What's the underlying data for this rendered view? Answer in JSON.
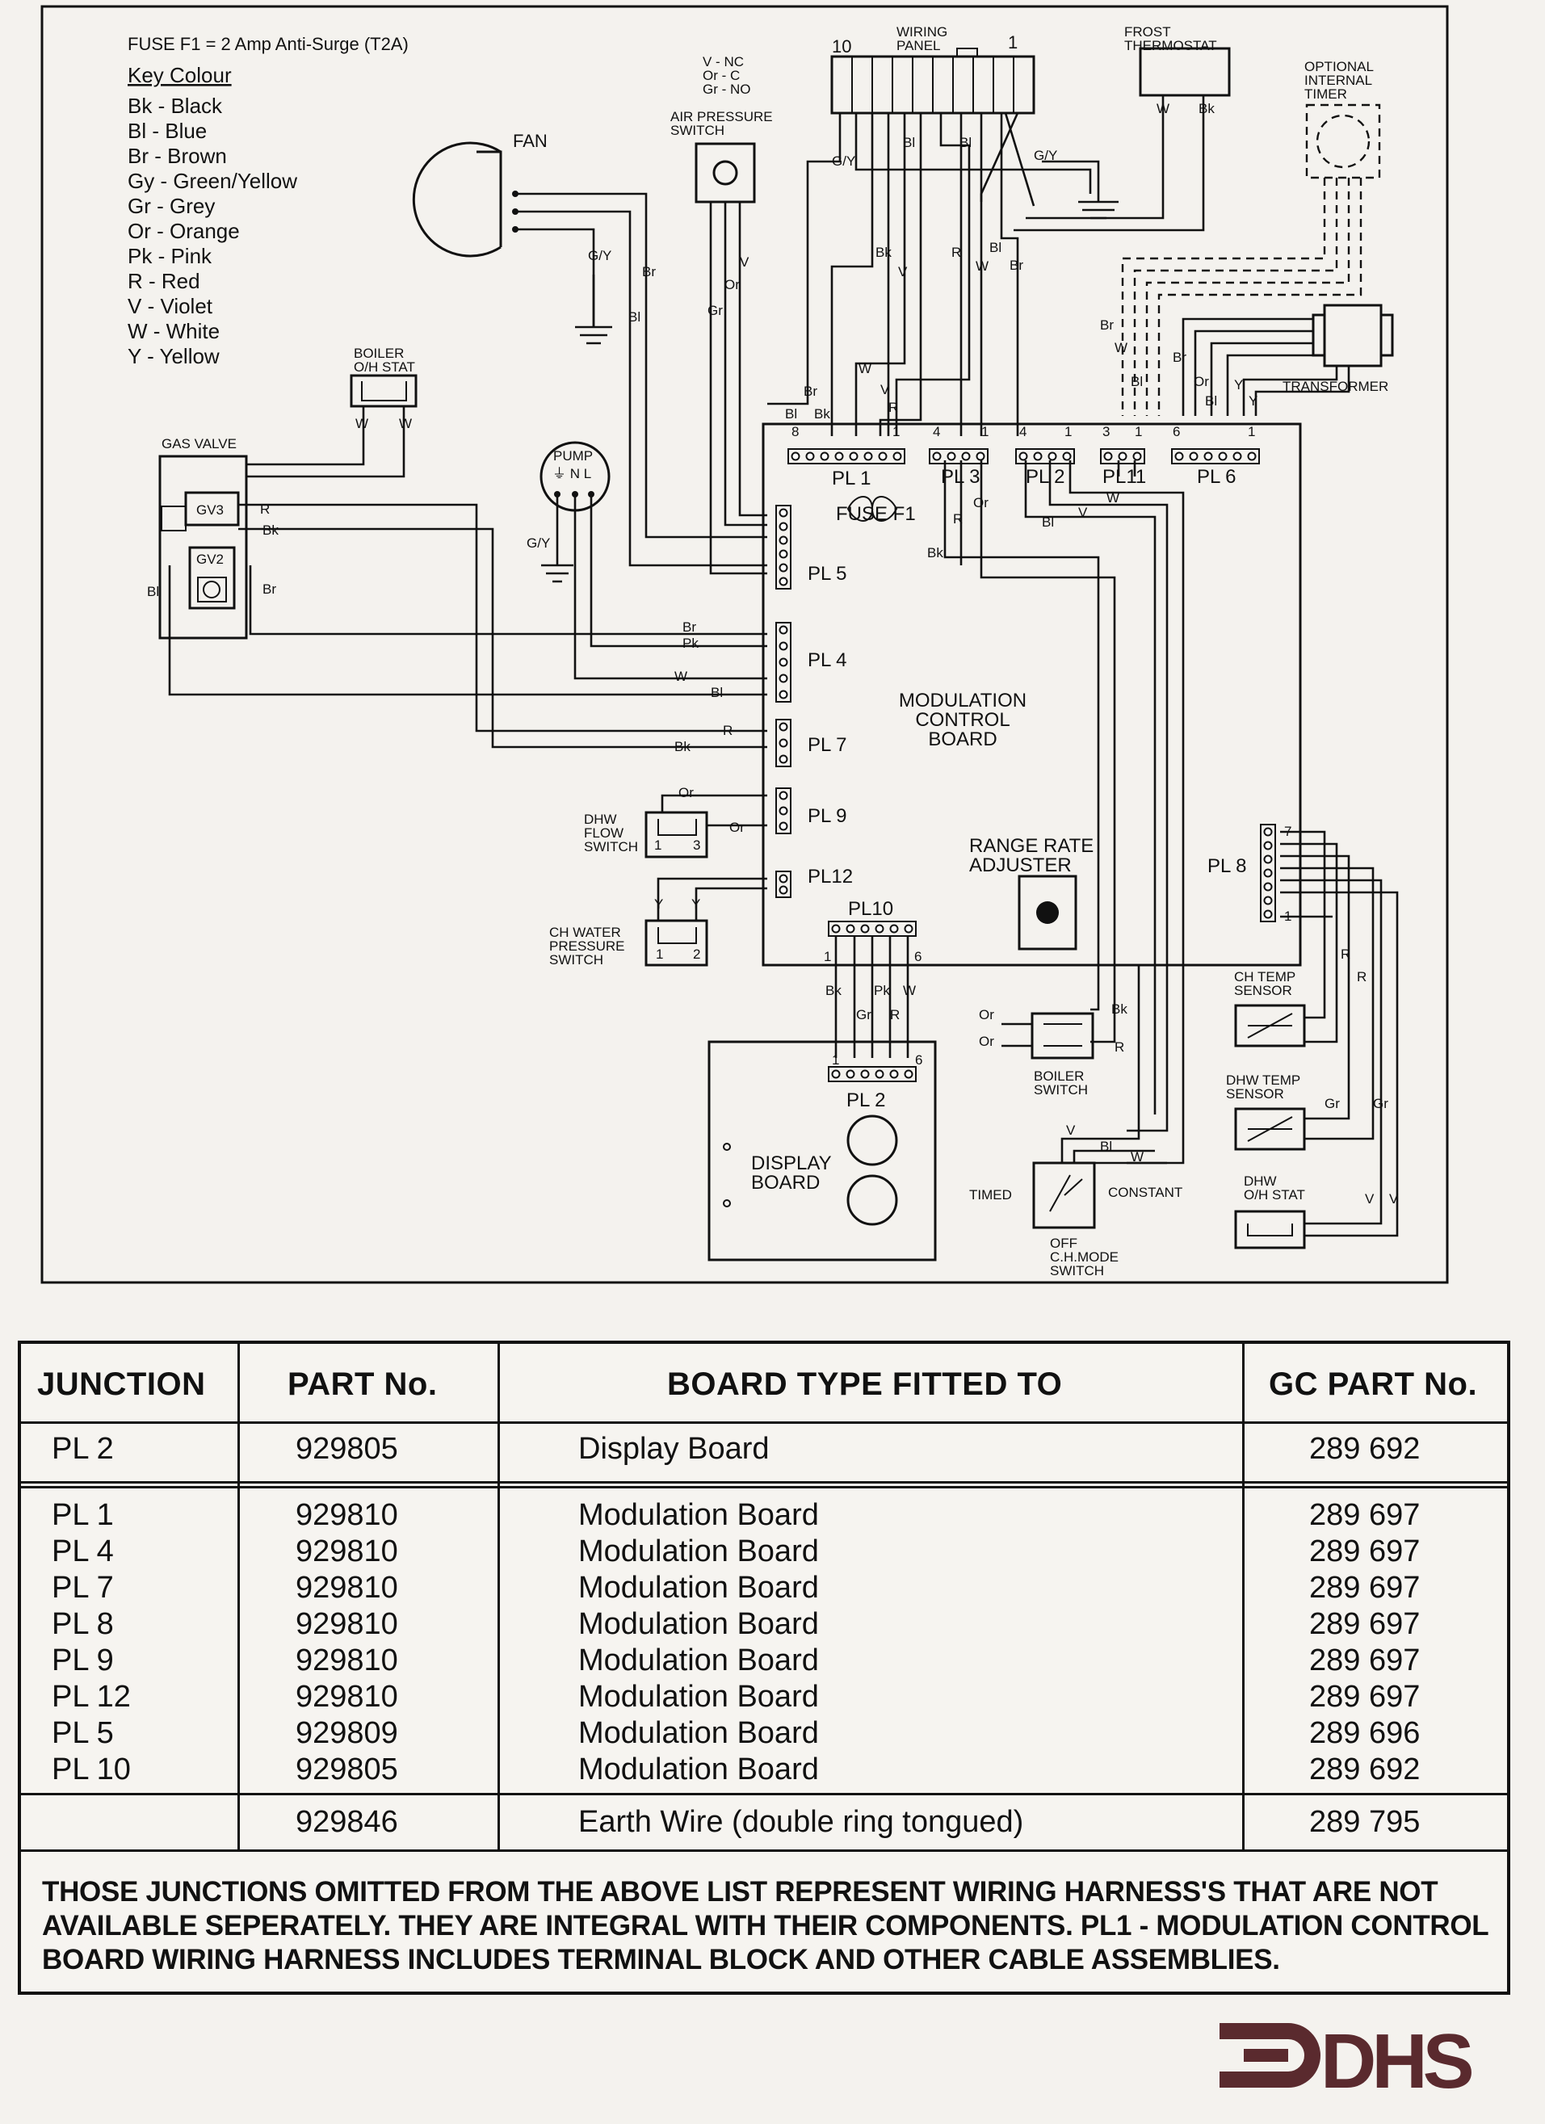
{
  "diagram": {
    "fuse_note": "FUSE F1 = 2 Amp Anti-Surge (T2A)",
    "key_title": "Key Colour",
    "key_items": [
      "Bk - Black",
      "Bl - Blue",
      "Br - Brown",
      "Gy - Green/Yellow",
      "Gr - Grey",
      "Or - Orange",
      "Pk - Pink",
      "R - Red",
      "V - Violet",
      "W - White",
      "Y - Yellow"
    ],
    "labels": {
      "fan": "FAN",
      "air_pressure_switch": "AIR PRESSURE\nSWITCH",
      "air_legend": "V - NC\nOr - C\nGr - NO",
      "wiring_panel": "WIRING\nPANEL",
      "wiring_panel_10": "10",
      "wiring_panel_1": "1",
      "frost_thermostat": "FROST\nTHERMOSTAT",
      "optional_timer": "OPTIONAL\nINTERNAL\nTIMER",
      "transformer": "TRANSFORMER",
      "boiler_oh_stat": "BOILER\nO/H STAT",
      "gas_valve": "GAS VALVE",
      "gv3": "GV3",
      "gv2": "GV2",
      "pump": "PUMP",
      "pump_terms": "⏚ N L",
      "pl1": "PL 1",
      "pl3": "PL 3",
      "pl2_top": "PL 2",
      "pl11": "PL11",
      "pl6": "PL 6",
      "fuse_f1": "FUSE F1",
      "pl5": "PL 5",
      "pl4": "PL 4",
      "pl7": "PL 7",
      "pl9": "PL 9",
      "pl12": "PL12",
      "pl10": "PL10",
      "pl8": "PL 8",
      "modulation_board": "MODULATION\nCONTROL\nBOARD",
      "range_rate": "RANGE RATE\nADJUSTER",
      "dhw_flow_switch": "DHW\nFLOW\nSWITCH",
      "ch_water_pressure": "CH WATER\nPRESSURE\nSWITCH",
      "display_board": "DISPLAY\nBOARD",
      "pl2_display": "PL 2",
      "boiler_switch": "BOILER\nSWITCH",
      "ch_mode_switch": "OFF\nC.H.MODE\nSWITCH",
      "timed": "TIMED",
      "constant": "CONSTANT",
      "ch_temp_sensor": "CH TEMP\nSENSOR",
      "dhw_temp_sensor": "DHW TEMP\nSENSOR",
      "dhw_oh_stat": "DHW\nO/H STAT"
    },
    "wire_tags": {
      "gy": "G/Y",
      "br": "Br",
      "bl": "Bl",
      "bk": "Bk",
      "r": "R",
      "w": "W",
      "v": "V",
      "or": "Or",
      "gr": "Gr",
      "pk": "Pk",
      "y": "Y",
      "n1": "1",
      "n3": "3",
      "n2": "2",
      "n4": "4",
      "n6": "6",
      "n7": "7",
      "n8": "8"
    }
  },
  "table": {
    "headers": [
      "JUNCTION",
      "PART No.",
      "BOARD TYPE FITTED TO",
      "GC PART No."
    ],
    "group1": [
      [
        "PL 2",
        "929805",
        "Display Board",
        "289 692"
      ]
    ],
    "group2": [
      [
        "PL 1",
        "929810",
        "Modulation Board",
        "289 697"
      ],
      [
        "PL 4",
        "929810",
        "Modulation Board",
        "289 697"
      ],
      [
        "PL 7",
        "929810",
        "Modulation Board",
        "289 697"
      ],
      [
        "PL 8",
        "929810",
        "Modulation Board",
        "289 697"
      ],
      [
        "PL 9",
        "929810",
        "Modulation Board",
        "289 697"
      ],
      [
        "PL 12",
        "929810",
        "Modulation Board",
        "289 697"
      ],
      [
        "PL 5",
        "929809",
        "Modulation Board",
        "289 696"
      ],
      [
        "PL 10",
        "929805",
        "Modulation Board",
        "289 692"
      ]
    ],
    "group3": [
      [
        "",
        "929846",
        "Earth Wire (double ring tongued)",
        "289 795"
      ]
    ],
    "note": "THOSE JUNCTIONS OMITTED FROM THE ABOVE LIST REPRESENT WIRING HARNESS'S THAT ARE NOT AVAILABLE SEPERATELY. THEY ARE INTEGRAL WITH THEIR COMPONENTS. PL1 - MODULATION CONTROL BOARD WIRING HARNESS INCLUDES TERMINAL BLOCK AND OTHER CABLE ASSEMBLIES."
  },
  "logo": {
    "text": "DHS",
    "color": "#5a2a2e"
  }
}
